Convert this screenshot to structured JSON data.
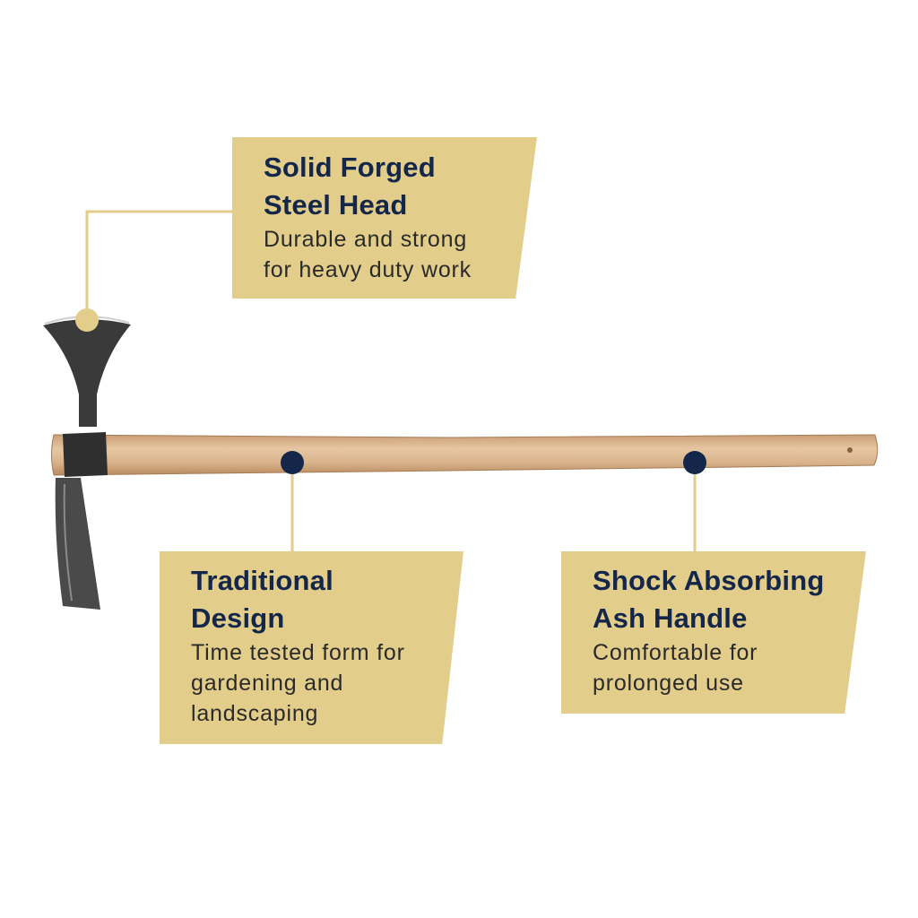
{
  "colors": {
    "box": "#e2cd8b",
    "title": "#14264a",
    "dot_navy": "#14264a",
    "dot_gold": "#e2cd8b",
    "line": "#e2cd8b"
  },
  "features": [
    {
      "title_lines": [
        "Solid Forged",
        "Steel Head"
      ],
      "desc_lines": [
        "Durable and strong",
        "for heavy duty work"
      ]
    },
    {
      "title_lines": [
        "Traditional",
        "Design"
      ],
      "desc_lines": [
        "Time tested form for",
        "gardening and",
        "landscaping"
      ]
    },
    {
      "title_lines": [
        "Shock Absorbing",
        "Ash Handle"
      ],
      "desc_lines": [
        "Comfortable for",
        "prolonged use"
      ]
    }
  ]
}
